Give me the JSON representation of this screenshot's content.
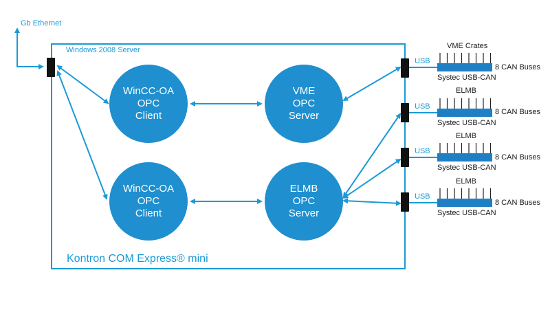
{
  "ethernet_label": "Gb Ethernet",
  "server_label": "Windows 2008 Server",
  "platform_label": "Kontron COM Express® mini",
  "nodes": {
    "client1": [
      "WinCC-OA",
      "OPC",
      "Client"
    ],
    "client2": [
      "WinCC-OA",
      "OPC",
      "Client"
    ],
    "vme_server": [
      "VME",
      "OPC",
      "Server"
    ],
    "elmb_server": [
      "ELMB",
      "OPC",
      "Server"
    ]
  },
  "buses": [
    {
      "usb": "USB",
      "title": "VME Crates",
      "can": "8 CAN Buses",
      "device": "Systec USB-CAN"
    },
    {
      "usb": "USB",
      "title": "ELMB",
      "can": "8 CAN Buses",
      "device": "Systec USB-CAN"
    },
    {
      "usb": "USB",
      "title": "ELMB",
      "can": "8 CAN Buses",
      "device": "Systec USB-CAN"
    },
    {
      "usb": "USB",
      "title": "ELMB",
      "can": "8 CAN Buses",
      "device": "Systec USB-CAN"
    }
  ],
  "colors": {
    "accent": "#1a9ad6",
    "node": "#1f8fcf",
    "port": "#111111"
  }
}
